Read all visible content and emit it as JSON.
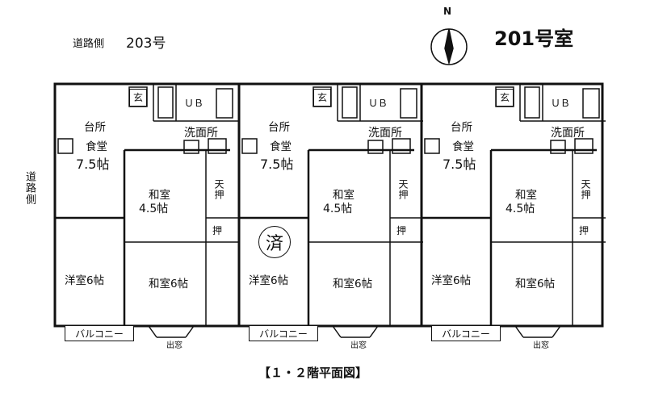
{
  "header": {
    "road_side_label": "道路側",
    "unit_left": "203号",
    "unit_right": "201号室",
    "north_label": "N"
  },
  "side_road_label": "道路側",
  "units": [
    {
      "entrance": "玄",
      "bath": "ＵＢ",
      "washroom": "洗面所",
      "kitchen_label": "台所",
      "kitchen_label2": "食堂",
      "kitchen_size": "7.5帖",
      "tatami_small_label": "和室",
      "tatami_small_size": "4.5帖",
      "closet_upper": "天押",
      "closet_lower": "押",
      "western_room": "洋室6帖",
      "tatami_large": "和室6帖",
      "balcony": "バルコニー",
      "window": "出窓"
    },
    {
      "entrance": "玄",
      "bath": "ＵＢ",
      "washroom": "洗面所",
      "kitchen_label": "台所",
      "kitchen_label2": "食堂",
      "kitchen_size": "7.5帖",
      "tatami_small_label": "和室",
      "tatami_small_size": "4.5帖",
      "closet_upper": "天押",
      "closet_lower": "押",
      "western_room": "洋室6帖",
      "tatami_large": "和室6帖",
      "balcony": "バルコニー",
      "window": "出窓",
      "status_mark": "済"
    },
    {
      "entrance": "玄",
      "bath": "ＵＢ",
      "washroom": "洗面所",
      "kitchen_label": "台所",
      "kitchen_label2": "食堂",
      "kitchen_size": "7.5帖",
      "tatami_small_label": "和室",
      "tatami_small_size": "4.5帖",
      "closet_upper": "天押",
      "closet_lower": "押",
      "western_room": "洋室6帖",
      "tatami_large": "和室6帖",
      "balcony": "バルコニー",
      "window": "出窓"
    }
  ],
  "caption": "【１・２階平面図】"
}
